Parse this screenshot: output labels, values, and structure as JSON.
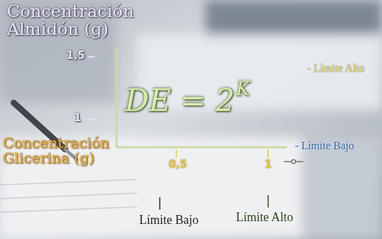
{
  "diagram": {
    "labels": [
      "Concentración Almidón (g)",
      "1,5",
      "1",
      "DE = 2",
      "K",
      "- Límite Alto",
      "- Límite Bajo",
      "Concentración Glicerina (g)",
      "0,5",
      "1",
      "Límite Bajo",
      "Límite Alto"
    ]
  }
}
